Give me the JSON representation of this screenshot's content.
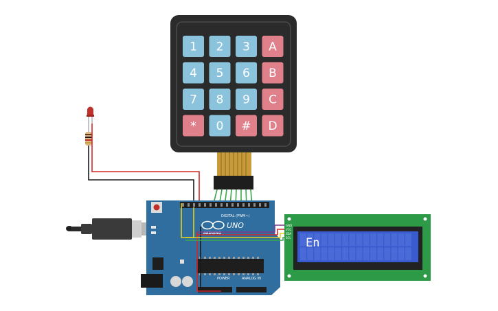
{
  "keypad": {
    "rows": [
      [
        {
          "label": "1",
          "kind": "num"
        },
        {
          "label": "2",
          "kind": "num"
        },
        {
          "label": "3",
          "kind": "num"
        },
        {
          "label": "A",
          "kind": "fn"
        }
      ],
      [
        {
          "label": "4",
          "kind": "num"
        },
        {
          "label": "5",
          "kind": "num"
        },
        {
          "label": "6",
          "kind": "num"
        },
        {
          "label": "B",
          "kind": "fn"
        }
      ],
      [
        {
          "label": "7",
          "kind": "num"
        },
        {
          "label": "8",
          "kind": "num"
        },
        {
          "label": "9",
          "kind": "num"
        },
        {
          "label": "C",
          "kind": "fn"
        }
      ],
      [
        {
          "label": "*",
          "kind": "fn"
        },
        {
          "label": "0",
          "kind": "num"
        },
        {
          "label": "#",
          "kind": "fn"
        },
        {
          "label": "D",
          "kind": "fn"
        }
      ]
    ],
    "colors": {
      "num": "#8cc3dc",
      "fn": "#e0808a",
      "body": "#2b2b2b"
    }
  },
  "arduino": {
    "brand": "UNO",
    "logo_text": "ARDUINO",
    "digital_label": "DIGITAL (PWM~)",
    "power_label": "POWER",
    "analog_label": "ANALOG IN",
    "board_color": "#2f6e9e"
  },
  "lcd": {
    "text": "En",
    "pins": [
      "GND",
      "VCC",
      "SDA",
      "SCL"
    ],
    "board_color": "#2d9a47",
    "screen_color": "#3a5bd0"
  },
  "wires": {
    "red": "#d42828",
    "black": "#1a1a1a",
    "yellow": "#e6d21a",
    "green": "#3aa84a",
    "purple": "#7a3a8a"
  }
}
